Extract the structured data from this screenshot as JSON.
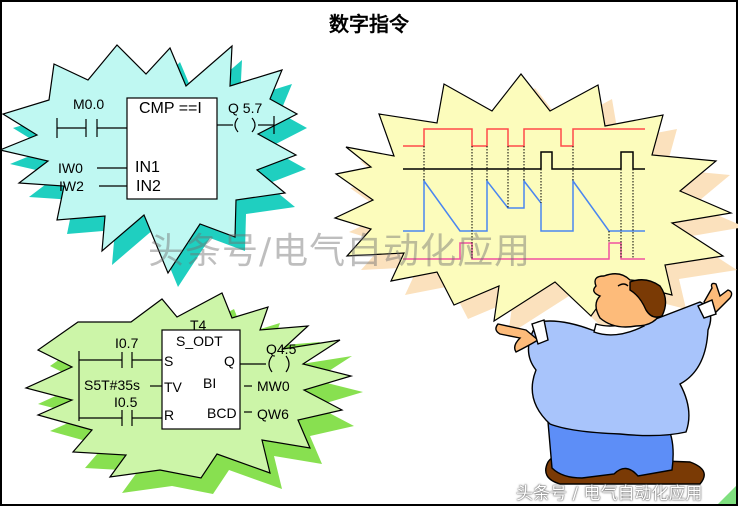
{
  "title": "数字指令",
  "colors": {
    "cyan_burst_fill": "#bff8f2",
    "cyan_burst_shadow": "#1fcfc0",
    "green_burst_fill": "#ccf5a8",
    "green_burst_shadow": "#88e050",
    "yellow_burst_fill": "#fcfcbc",
    "yellow_burst_shadow": "#fbe1bd",
    "signal_red": "#ff4a4a",
    "signal_black": "#000000",
    "signal_blue": "#4a86f0",
    "signal_pink": "#f050a0"
  },
  "compare_block": {
    "contact_label": "M0.0",
    "block_title": "CMP ==I",
    "coil_label": "Q 5.7",
    "coil_symbol": "( )",
    "inputs": [
      {
        "operand": "IW0",
        "pin": "IN1"
      },
      {
        "operand": "IW2",
        "pin": "IN2"
      }
    ]
  },
  "timer_block": {
    "timer_name": "T4",
    "block_title": "S_ODT",
    "set_contact_label": "I0.7",
    "reset_contact_label": "I0.5",
    "time_value": "S5T#35s",
    "pins_left": [
      "S",
      "TV",
      "R"
    ],
    "pins_right": [
      "Q",
      "BI",
      "BCD"
    ],
    "coil_label": "Q4.5",
    "coil_symbol": "( )",
    "outputs": [
      "MW0",
      "QW6"
    ]
  },
  "timing_diagram": {
    "signals": [
      "start input (red)",
      "reset input (black)",
      "timer value (blue)",
      "output Q (pink)"
    ]
  },
  "watermark": {
    "center_text": "头条号/电气自动化应用",
    "corner_text": "头条号 / 电气自动化应用"
  }
}
